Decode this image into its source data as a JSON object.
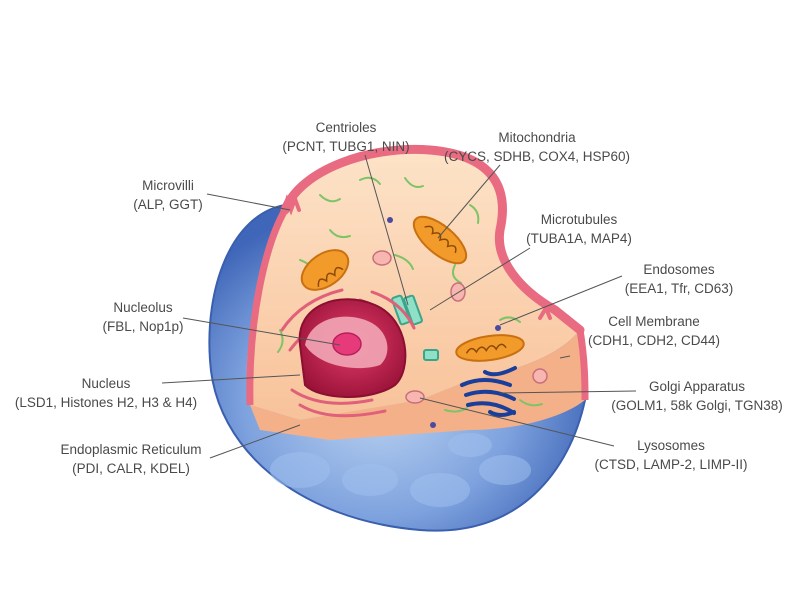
{
  "labels": {
    "centrioles": {
      "name": "Centrioles",
      "markers": "(PCNT, TUBG1, NIN)"
    },
    "mitochondria": {
      "name": "Mitochondria",
      "markers": "(CYCS, SDHB, COX4, HSP60)"
    },
    "microvilli": {
      "name": "Microvilli",
      "markers": "(ALP, GGT)"
    },
    "microtubules": {
      "name": "Microtubules",
      "markers": "(TUBA1A, MAP4)"
    },
    "endosomes": {
      "name": "Endosomes",
      "markers": "(EEA1, Tfr, CD63)"
    },
    "nucleolus": {
      "name": "Nucleolus",
      "markers": "(FBL, Nop1p)"
    },
    "cell_membrane": {
      "name": "Cell Membrane",
      "markers": "(CDH1, CDH2, CD44)"
    },
    "nucleus": {
      "name": "Nucleus",
      "markers": "(LSD1, Histones H2, H3 & H4)"
    },
    "golgi": {
      "name": "Golgi Apparatus",
      "markers": "(GOLM1, 58k Golgi, TGN38)"
    },
    "er": {
      "name": "Endoplasmic Reticulum",
      "markers": "(PDI, CALR, KDEL)"
    },
    "lysosomes": {
      "name": "Lysosomes",
      "markers": "(CTSD, LAMP-2, LIMP-II)"
    }
  },
  "colors": {
    "cytoplasm": "#f9c9a0",
    "membrane": "#e8607a",
    "outer_blue": "#4a7bd0",
    "nucleus": "#b8204a",
    "nucleolus": "#e63a7a",
    "mitochondria": "#f29a2a",
    "golgi": "#1a3f9a",
    "leader_line": "#555555"
  }
}
